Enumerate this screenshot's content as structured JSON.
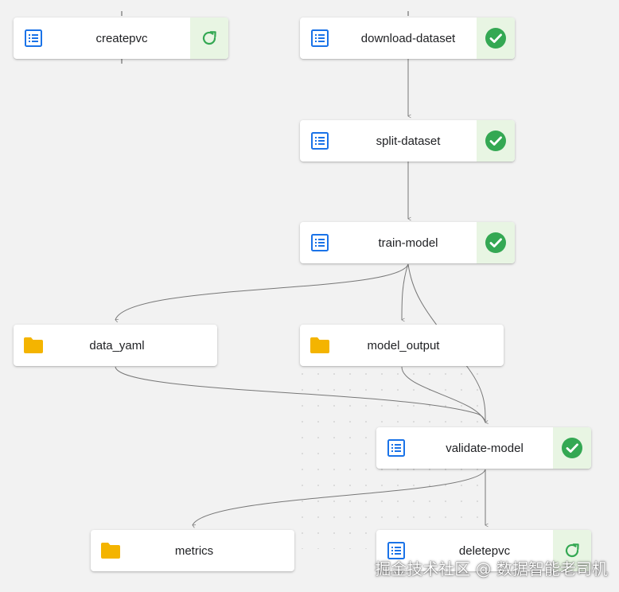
{
  "pipeline": {
    "nodes": [
      {
        "id": "createpvc",
        "label": "createpvc",
        "kind": "execution",
        "status": "running"
      },
      {
        "id": "download-dataset",
        "label": "download-dataset",
        "kind": "execution",
        "status": "succeeded"
      },
      {
        "id": "split-dataset",
        "label": "split-dataset",
        "kind": "execution",
        "status": "succeeded"
      },
      {
        "id": "train-model",
        "label": "train-model",
        "kind": "execution",
        "status": "succeeded"
      },
      {
        "id": "data_yaml",
        "label": "data_yaml",
        "kind": "artifact"
      },
      {
        "id": "model_output",
        "label": "model_output",
        "kind": "artifact"
      },
      {
        "id": "validate-model",
        "label": "validate-model",
        "kind": "execution",
        "status": "succeeded"
      },
      {
        "id": "metrics",
        "label": "metrics",
        "kind": "artifact"
      },
      {
        "id": "deletepvc",
        "label": "deletepvc",
        "kind": "execution",
        "status": "running"
      }
    ],
    "edges": [
      [
        "download-dataset",
        "split-dataset"
      ],
      [
        "split-dataset",
        "train-model"
      ],
      [
        "train-model",
        "data_yaml"
      ],
      [
        "train-model",
        "model_output"
      ],
      [
        "train-model",
        "validate-model"
      ],
      [
        "data_yaml",
        "validate-model"
      ],
      [
        "model_output",
        "validate-model"
      ],
      [
        "validate-model",
        "metrics"
      ],
      [
        "validate-model",
        "deletepvc"
      ]
    ]
  },
  "colors": {
    "execution_icon": "#1a73e8",
    "artifact_icon": "#f4b400",
    "succeeded": "#34a853",
    "running": "#34a853",
    "status_bg": "#e8f5e3",
    "edge": "#777777"
  },
  "watermark": "掘金技术社区 @ 数据智能老司机"
}
